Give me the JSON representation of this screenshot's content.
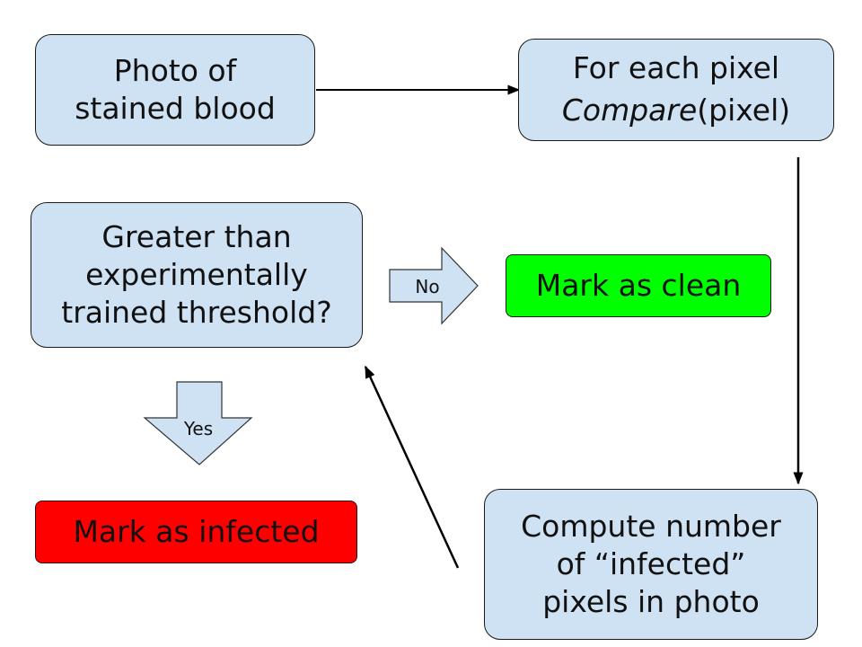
{
  "colors": {
    "box_fill": "#cfe2f3",
    "clean_fill": "#00ff00",
    "infected_fill": "#ff0000",
    "line": "#000000"
  },
  "nodes": {
    "photo": {
      "lines": [
        "Photo of",
        "stained blood"
      ]
    },
    "for_each": {
      "line1": "For each pixel",
      "compare_word": "Compare",
      "compare_rest": "(pixel)"
    },
    "compute": {
      "lines": [
        "Compute number",
        "of “infected”",
        "pixels in photo"
      ]
    },
    "threshold": {
      "lines": [
        "Greater than",
        "experimentally",
        "trained threshold?"
      ]
    },
    "clean": {
      "label": "Mark as clean"
    },
    "infected": {
      "label": "Mark as infected"
    }
  },
  "block_arrows": {
    "no": {
      "label": "No"
    },
    "yes": {
      "label": "Yes"
    }
  }
}
